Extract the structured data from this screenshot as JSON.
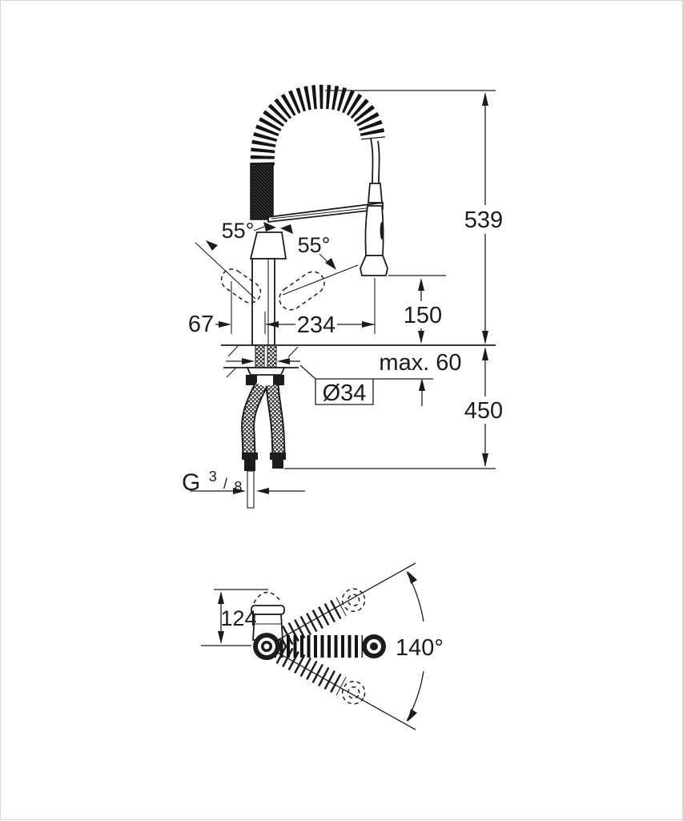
{
  "drawing": {
    "type": "technical-dimension-drawing",
    "subject": "kitchen faucet with spring coil pull-out spray, side elevation and top swivel view",
    "colors": {
      "ink": "#1c1c1c",
      "background": "#ffffff"
    },
    "labels": {
      "overall_height": "539",
      "spray_clearance": "150",
      "spout_reach": "234",
      "handle_projection": "67",
      "deck_max": "max. 60",
      "hole_diameter": "Ø34",
      "hose_length": "450",
      "handle_angle_left": "55°",
      "handle_angle_right": "55°",
      "body_depth": "124",
      "swivel_angle": "140°",
      "thread": {
        "prefix": "G",
        "numerator": "3",
        "slash": "/",
        "denominator": "8"
      }
    }
  }
}
